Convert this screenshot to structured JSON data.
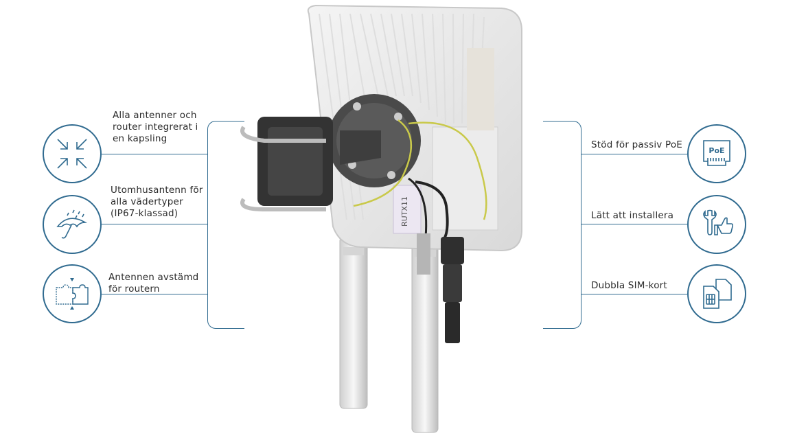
{
  "features_left": [
    {
      "label": "Alla antenner och router integrerat i en kapsling",
      "icon": "compress-arrows-icon"
    },
    {
      "label": "Utomhusantenn för alla vädertyper (IP67-klassad)",
      "icon": "umbrella-rain-icon"
    },
    {
      "label": "Antennen avstämd för routern",
      "icon": "puzzle-pieces-icon"
    }
  ],
  "features_right": [
    {
      "label": "Stöd för passiv PoE",
      "icon": "poe-port-icon"
    },
    {
      "label": "Lätt att installera",
      "icon": "wrench-thumbs-up-icon"
    },
    {
      "label": "Dubbla SIM-kort",
      "icon": "dual-sim-icon"
    }
  ],
  "device_label": "RUTX11",
  "colors": {
    "accent": "#2f6a8f",
    "line": "#2f6a8f"
  }
}
